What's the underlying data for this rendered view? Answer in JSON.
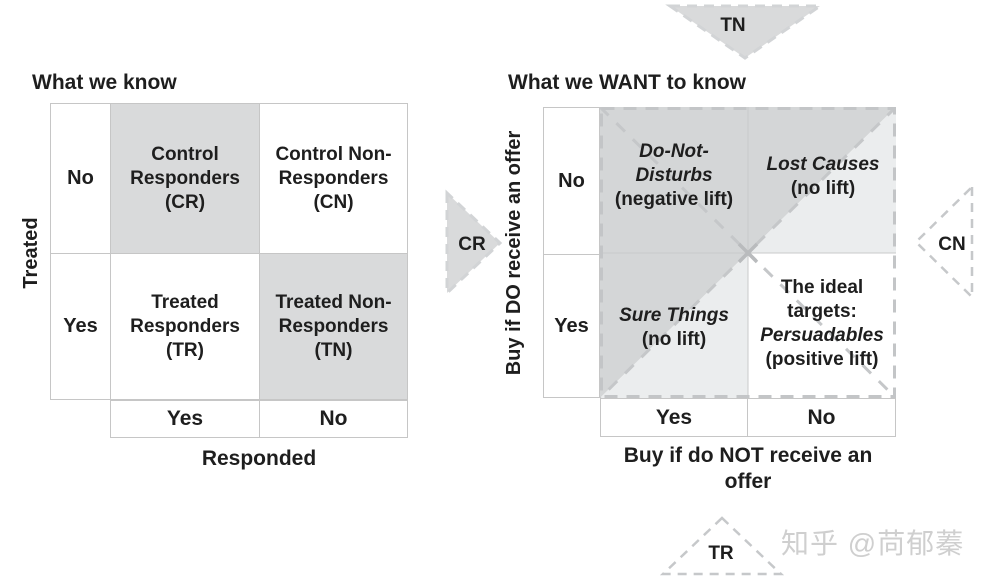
{
  "left_panel": {
    "title": "What we know",
    "y_axis_label": "Treated",
    "x_axis_label": "Responded",
    "row_labels": [
      "No",
      "Yes"
    ],
    "col_labels": [
      "Yes",
      "No"
    ],
    "cells": [
      {
        "label": "Control\nResponders\n(CR)"
      },
      {
        "label": "Control Non-\nResponders\n(CN)"
      },
      {
        "label": "Treated\nResponders\n(TR)"
      },
      {
        "label": "Treated Non-\nResponders\n(TN)"
      }
    ]
  },
  "right_panel": {
    "title": "What we WANT to know",
    "y_axis_label": "Buy if DO receive an offer",
    "x_axis_label": "Buy if do NOT receive an\noffer",
    "row_labels": [
      "No",
      "Yes"
    ],
    "col_labels": [
      "Yes",
      "No"
    ],
    "cells": [
      {
        "name": "Do-Not-\nDisturbs",
        "note": "(negative lift)"
      },
      {
        "name": "Lost Causes",
        "note": "(no lift)"
      },
      {
        "name": "Sure Things",
        "note": "(no lift)"
      },
      {
        "prefix": "The ideal\ntargets:",
        "name": "Persuadables",
        "note": "(positive lift)"
      }
    ]
  },
  "arrows": {
    "top": "TN",
    "left": "CR",
    "right": "CN",
    "bottom": "TR"
  },
  "watermark": "知乎 @苘郁蓁",
  "colors": {
    "shade": "#d9dadb",
    "dark_region": "#d4d6d7",
    "light_region": "#ebedee",
    "grid_line": "#c6c6c6",
    "dash": "#c5c7c9",
    "text": "#1e1e1e",
    "watermark": "#cfcfcf"
  }
}
